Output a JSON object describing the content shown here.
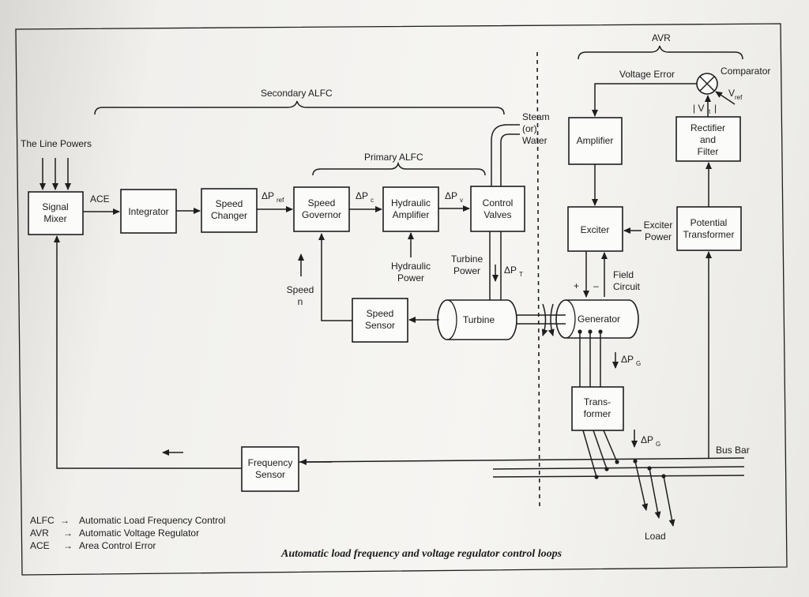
{
  "blocks": {
    "signal_mixer": [
      "Signal",
      "Mixer"
    ],
    "integrator": [
      "Integrator"
    ],
    "speed_changer": [
      "Speed",
      "Changer"
    ],
    "speed_governor": [
      "Speed",
      "Governor"
    ],
    "hydraulic_amplifier": [
      "Hydraulic",
      "Amplifier"
    ],
    "control_valves": [
      "Control",
      "Valves"
    ],
    "speed_sensor": [
      "Speed",
      "Sensor"
    ],
    "turbine": [
      "Turbine"
    ],
    "generator": [
      "Generator"
    ],
    "amplifier": [
      "Amplifier"
    ],
    "exciter": [
      "Exciter"
    ],
    "rectifier_filter": [
      "Rectifier",
      "and",
      "Filter"
    ],
    "potential_transformer": [
      "Potential",
      "Transformer"
    ],
    "transformer": [
      "Trans-",
      "former"
    ],
    "frequency_sensor": [
      "Frequency",
      "Sensor"
    ]
  },
  "labels": {
    "line_powers": "The Line Powers",
    "ace": "ACE",
    "delta_p_ref": "ΔP",
    "delta_p_ref_sub": "ref",
    "delta_p_c": "ΔP",
    "delta_p_c_sub": "c",
    "delta_p_v": "ΔP",
    "delta_p_v_sub": "v",
    "delta_p_t": "ΔP",
    "delta_p_t_sub": "T",
    "delta_p_g": "ΔP",
    "delta_p_g_sub": "G",
    "secondary_alfc": "Secondary ALFC",
    "primary_alfc": "Primary ALFC",
    "avr": "AVR",
    "steam_water": [
      "Steam",
      "(or)",
      "Water"
    ],
    "hydraulic_power": [
      "Hydraulic",
      "Power"
    ],
    "turbine_power": [
      "Turbine",
      "Power"
    ],
    "speed_n": [
      "Speed",
      "n"
    ],
    "voltage_error": "Voltage Error",
    "comparator": "Comparator",
    "v_ref": "V",
    "v_ref_sub": "ref",
    "vt": "| V",
    "vt_sub": "t",
    "vt_end": "|",
    "exciter_power": [
      "Exciter",
      "Power"
    ],
    "field_circuit": [
      "Field",
      "Circuit"
    ],
    "plus": "+",
    "minus": "–",
    "bus_bar": "Bus Bar",
    "load": "Load"
  },
  "legend": [
    {
      "abbr": "ALFC",
      "arrow": "→",
      "text": "Automatic Load Frequency Control"
    },
    {
      "abbr": "AVR",
      "arrow": "→",
      "text": "Automatic Voltage Regulator"
    },
    {
      "abbr": "ACE",
      "arrow": "→",
      "text": "Area Control Error"
    }
  ],
  "caption": "Automatic load frequency and voltage regulator control loops"
}
